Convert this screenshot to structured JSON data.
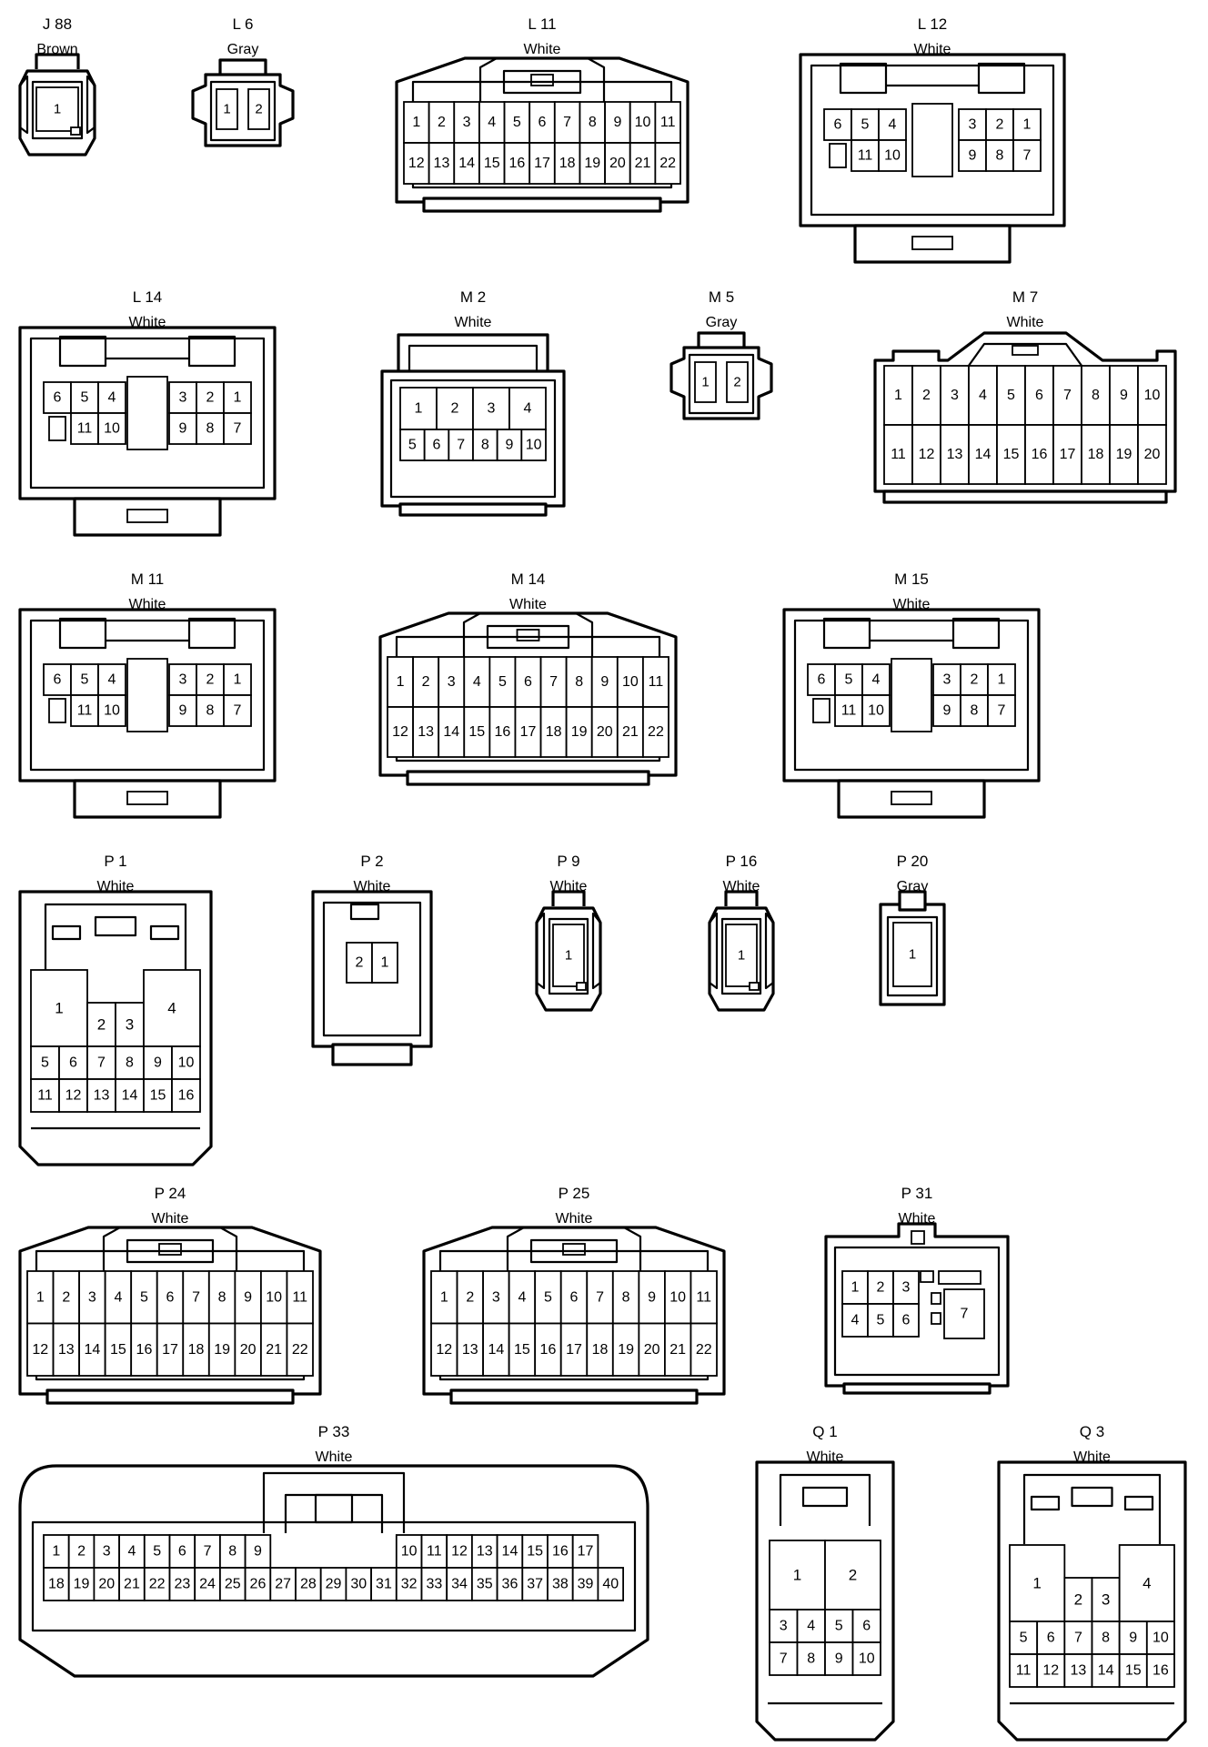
{
  "colors": {
    "line": "#000000",
    "background": "#ffffff"
  },
  "connectors": [
    {
      "id": "J 88",
      "color": "Brown",
      "style": "mini",
      "pins": [
        "1"
      ]
    },
    {
      "id": "L 6",
      "color": "Gray",
      "style": "mini2",
      "pins": [
        "1",
        "2"
      ]
    },
    {
      "id": "L 11",
      "color": "White",
      "style": "hat22",
      "pins": [
        "1",
        "2",
        "3",
        "4",
        "5",
        "6",
        "7",
        "8",
        "9",
        "10",
        "11",
        "12",
        "13",
        "14",
        "15",
        "16",
        "17",
        "18",
        "19",
        "20",
        "21",
        "22"
      ]
    },
    {
      "id": "L 12",
      "color": "White",
      "style": "box12",
      "pins": [
        "6",
        "5",
        "4",
        "3",
        "2",
        "1",
        "11",
        "10",
        "9",
        "8",
        "7"
      ]
    },
    {
      "id": "L 14",
      "color": "White",
      "style": "box12",
      "pins": [
        "6",
        "5",
        "4",
        "3",
        "2",
        "1",
        "11",
        "10",
        "9",
        "8",
        "7"
      ]
    },
    {
      "id": "M 2",
      "color": "White",
      "style": "m2",
      "pins": [
        "1",
        "2",
        "3",
        "4",
        "5",
        "6",
        "7",
        "8",
        "9",
        "10"
      ]
    },
    {
      "id": "M 5",
      "color": "Gray",
      "style": "mini2",
      "pins": [
        "1",
        "2"
      ]
    },
    {
      "id": "M 7",
      "color": "White",
      "style": "m7",
      "pins": [
        "1",
        "2",
        "3",
        "4",
        "5",
        "6",
        "7",
        "8",
        "9",
        "10",
        "11",
        "12",
        "13",
        "14",
        "15",
        "16",
        "17",
        "18",
        "19",
        "20"
      ]
    },
    {
      "id": "M 11",
      "color": "White",
      "style": "box12",
      "pins": [
        "6",
        "5",
        "4",
        "3",
        "2",
        "1",
        "11",
        "10",
        "9",
        "8",
        "7"
      ]
    },
    {
      "id": "M 14",
      "color": "White",
      "style": "hat22",
      "pins": [
        "1",
        "2",
        "3",
        "4",
        "5",
        "6",
        "7",
        "8",
        "9",
        "10",
        "11",
        "12",
        "13",
        "14",
        "15",
        "16",
        "17",
        "18",
        "19",
        "20",
        "21",
        "22"
      ]
    },
    {
      "id": "M 15",
      "color": "White",
      "style": "box12",
      "pins": [
        "6",
        "5",
        "4",
        "3",
        "2",
        "1",
        "11",
        "10",
        "9",
        "8",
        "7"
      ]
    },
    {
      "id": "P 1",
      "color": "White",
      "style": "tall16",
      "pins": [
        "1",
        "2",
        "3",
        "4",
        "5",
        "6",
        "7",
        "8",
        "9",
        "10",
        "11",
        "12",
        "13",
        "14",
        "15",
        "16"
      ]
    },
    {
      "id": "P 2",
      "color": "White",
      "style": "p2",
      "pins": [
        "2",
        "1"
      ]
    },
    {
      "id": "P 9",
      "color": "White",
      "style": "mini",
      "pins": [
        "1"
      ]
    },
    {
      "id": "P 16",
      "color": "White",
      "style": "mini",
      "pins": [
        "1"
      ]
    },
    {
      "id": "P 20",
      "color": "Gray",
      "style": "p20",
      "pins": [
        "1"
      ]
    },
    {
      "id": "P 24",
      "color": "White",
      "style": "hat22",
      "pins": [
        "1",
        "2",
        "3",
        "4",
        "5",
        "6",
        "7",
        "8",
        "9",
        "10",
        "11",
        "12",
        "13",
        "14",
        "15",
        "16",
        "17",
        "18",
        "19",
        "20",
        "21",
        "22"
      ]
    },
    {
      "id": "P 25",
      "color": "White",
      "style": "hat22",
      "pins": [
        "1",
        "2",
        "3",
        "4",
        "5",
        "6",
        "7",
        "8",
        "9",
        "10",
        "11",
        "12",
        "13",
        "14",
        "15",
        "16",
        "17",
        "18",
        "19",
        "20",
        "21",
        "22"
      ]
    },
    {
      "id": "P 31",
      "color": "White",
      "style": "p31",
      "pins": [
        "1",
        "2",
        "3",
        "4",
        "5",
        "6",
        "7"
      ]
    },
    {
      "id": "P 33",
      "color": "White",
      "style": "p33",
      "pins": [
        "1",
        "2",
        "3",
        "4",
        "5",
        "6",
        "7",
        "8",
        "9",
        "10",
        "11",
        "12",
        "13",
        "14",
        "15",
        "16",
        "17",
        "18",
        "19",
        "20",
        "21",
        "22",
        "23",
        "24",
        "25",
        "26",
        "27",
        "28",
        "29",
        "30",
        "31",
        "32",
        "33",
        "34",
        "35",
        "36",
        "37",
        "38",
        "39",
        "40"
      ]
    },
    {
      "id": "Q 1",
      "color": "White",
      "style": "q1",
      "pins": [
        "1",
        "2",
        "3",
        "4",
        "5",
        "6",
        "7",
        "8",
        "9",
        "10"
      ]
    },
    {
      "id": "Q 3",
      "color": "White",
      "style": "tall16",
      "pins": [
        "1",
        "2",
        "3",
        "4",
        "5",
        "6",
        "7",
        "8",
        "9",
        "10",
        "11",
        "12",
        "13",
        "14",
        "15",
        "16"
      ]
    }
  ]
}
